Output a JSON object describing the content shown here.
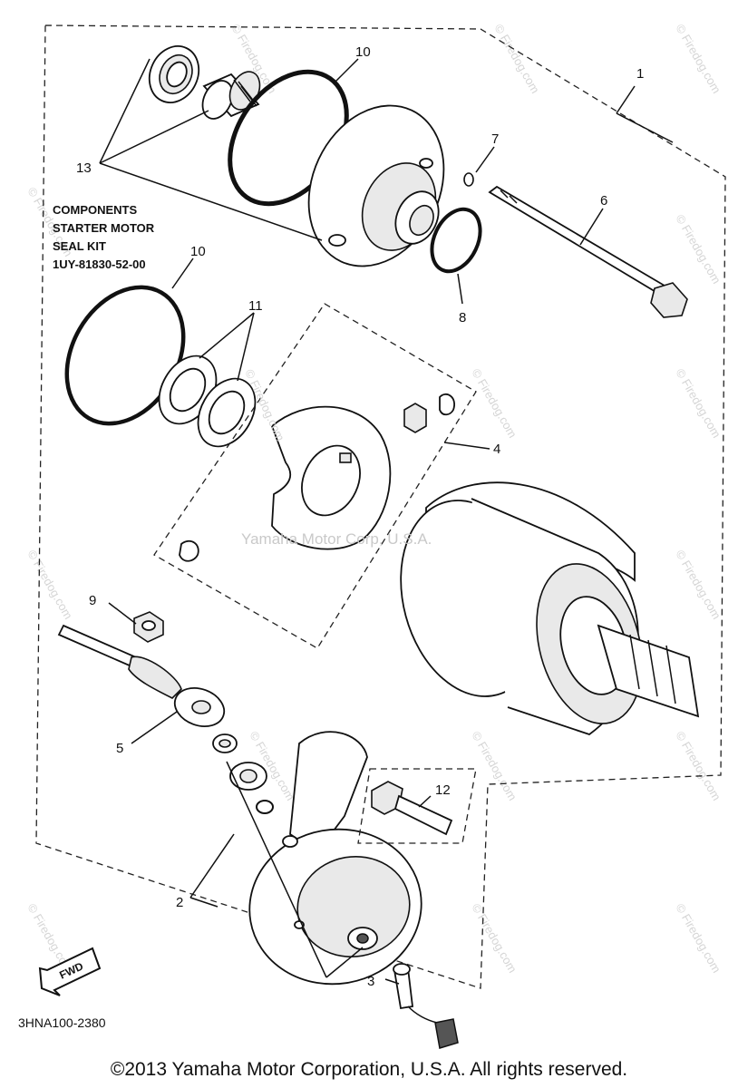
{
  "callouts": {
    "c1": "1",
    "c2": "2",
    "c3": "3",
    "c4": "4",
    "c5": "5",
    "c6": "6",
    "c7": "7",
    "c8": "8",
    "c9": "9",
    "c10a": "10",
    "c10b": "10",
    "c11": "11",
    "c12": "12",
    "c13": "13"
  },
  "kit": {
    "line1": "COMPONENTS",
    "line2": "STARTER MOTOR",
    "line3": "SEAL KIT",
    "line4": "1UY-81830-52-00"
  },
  "watermark": {
    "center": "Yamaha Motor Corp, U.S.A.",
    "firedog": "© Firedog.com",
    "firedog_tile": "© Firedog.com"
  },
  "diagram_code": "3HNA100-2380",
  "fwd_label": "FWD",
  "footer": "©2013 Yamaha Motor Corporation, U.S.A. All rights reserved."
}
